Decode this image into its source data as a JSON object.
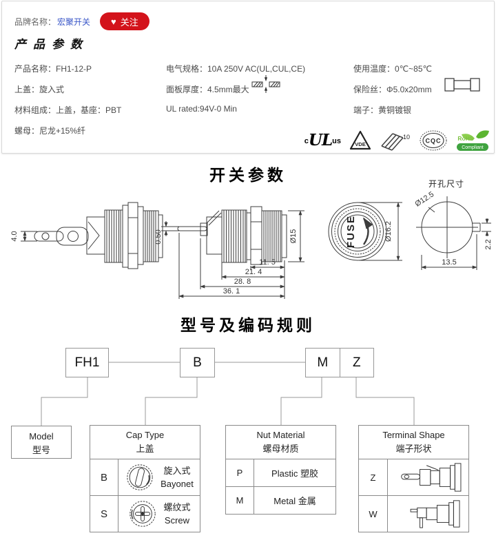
{
  "header": {
    "brand_label": "品牌名称：",
    "brand_name": "宏聚开关",
    "brand_color": "#3a57c8",
    "follow_heart": "♥",
    "follow_label": "关注",
    "follow_bg": "#d3131b"
  },
  "product": {
    "title": "产品参数",
    "col1": [
      "产品名称：FH1-12-P",
      "上盖：旋入式",
      "材料组成：上盖，基座：PBT",
      "螺母：尼龙+15%纤"
    ],
    "col2": [
      "电气规格：10A 250V AC(UL,CUL,CE)",
      "面板厚度：4.5mm最大",
      "UL rated:94V-0 Min"
    ],
    "col3": [
      "使用温度：0℃~85℃",
      "保险丝：Φ5.0x20mm",
      "端子：黄铜镀银"
    ],
    "certs": {
      "ul_c": "c",
      "ul": "UL",
      "ul_us": "us",
      "vde": "VDE",
      "enec_num": "10",
      "cqc": "CQC",
      "rohs": "RoHS",
      "rohs_sub": "Compliant",
      "rohs_green": "#3fa33f"
    }
  },
  "drawings": {
    "title": "开关参数",
    "hole_title": "开孔尺寸",
    "dims": {
      "lug_height": "4.0",
      "lead": "0.50",
      "cap_dia": "Ø15",
      "len1": "11. 5",
      "len2": "21. 4",
      "len3": "28. 8",
      "len4": "36. 1",
      "fuse": "FUSE",
      "face_dia": "Ø16.2",
      "hole_dia": "Ø12.5",
      "hole_w": "13.5",
      "notch": "2.2"
    }
  },
  "coding": {
    "title": "型号及编码规则",
    "code_model": "FH1",
    "code_cap": "B",
    "code_nut": "M",
    "code_terminal": "Z",
    "model": {
      "en": "Model",
      "zh": "型号"
    },
    "cap": {
      "en": "Cap Type",
      "zh": "上盖",
      "rows": [
        {
          "code": "B",
          "zh": "旋入式",
          "en": "Bayonet"
        },
        {
          "code": "S",
          "zh": "螺纹式",
          "en": "Screw"
        }
      ]
    },
    "nut": {
      "en": "Nut Material",
      "zh": "螺母材质",
      "rows": [
        {
          "code": "P",
          "label": "Plastic 塑胶"
        },
        {
          "code": "M",
          "label": "Metal 金属"
        }
      ]
    },
    "terminal": {
      "en": "Terminal Shape",
      "zh": "端子形状",
      "rows": [
        {
          "code": "Z"
        },
        {
          "code": "W"
        }
      ]
    }
  }
}
